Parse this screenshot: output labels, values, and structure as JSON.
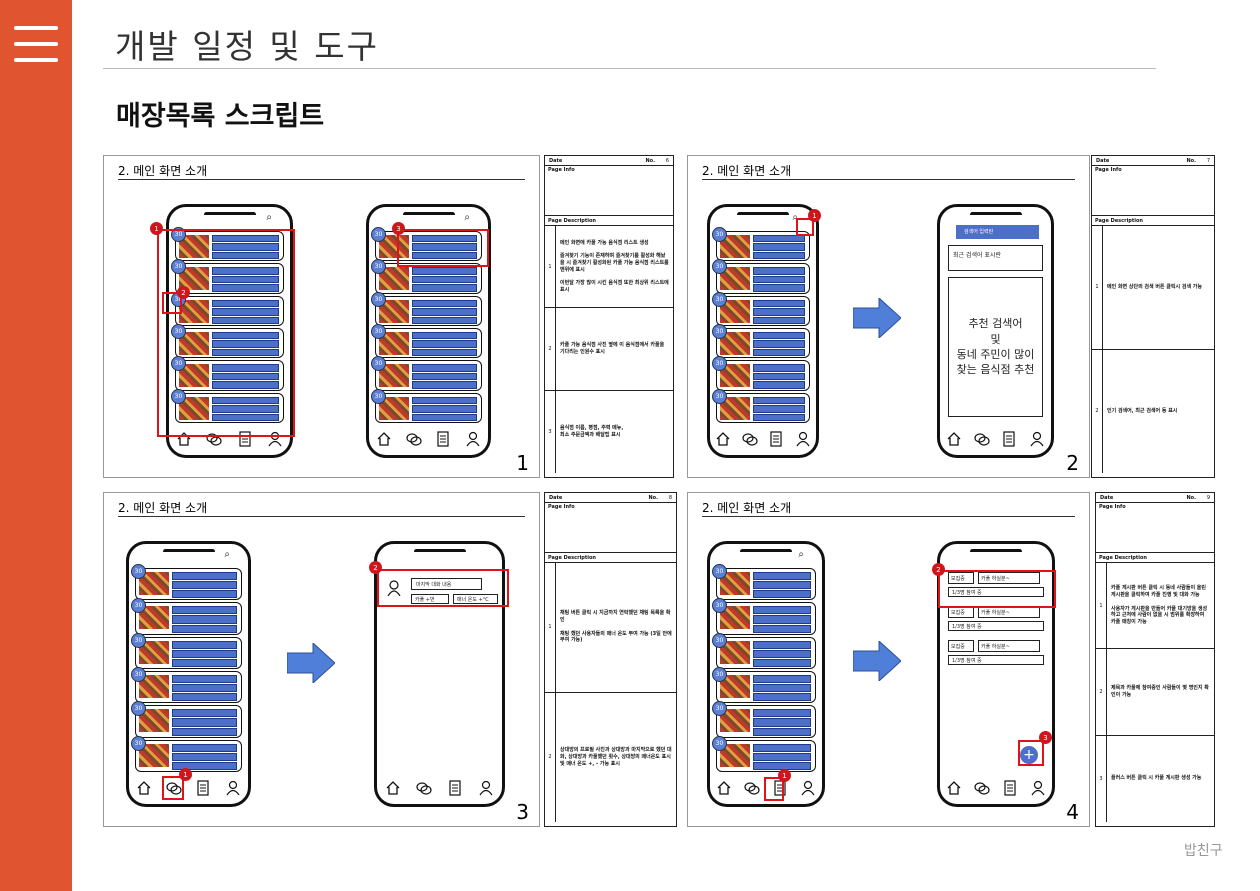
{
  "header": {
    "title": "개발 일정 및 도구",
    "section": "매장목록 스크립트",
    "brand": "밥친구"
  },
  "slides": [
    {
      "title": "2. 메인 화면 소개",
      "number": "1",
      "info": {
        "date_label": "Date",
        "no_label": "No.",
        "no_value": "6",
        "page_info": "Page Info",
        "page_desc": "Page Description"
      },
      "desc": [
        {
          "n": "1",
          "text": "메인 화면에 카풀 가능 음식점 리스트 생성\n\n즐겨찾기 기능이 존재하며 즐겨찾기를 활성화 해놨을 시 즐겨찾기 활성화된 카풀 가능 음식점 리스트를 맨위에 표시\n\n이번달 가장 많이 시킨 음식점 또한 최상위 리스트에 표시"
        },
        {
          "n": "2",
          "text": "카풀 가능 음식점 사진 옆에 이 음식점에서 카풀을 기다리는 인원수 표시"
        },
        {
          "n": "3",
          "text": "음식점 이름, 평점, 주력 메뉴,\n최소 주문금액과 배달팁 표시"
        }
      ]
    },
    {
      "title": "2. 메인 화면 소개",
      "number": "2",
      "info": {
        "date_label": "Date",
        "no_label": "No.",
        "no_value": "7",
        "page_info": "Page Info",
        "page_desc": "Page Description"
      },
      "desc": [
        {
          "n": "1",
          "text": "메인 화면 상단의 검색 버튼 클릭시 검색 가능"
        },
        {
          "n": "2",
          "text": "인기 검색어, 최근 검색어 등 표시"
        }
      ],
      "search": {
        "placeholder": "검색어 입력란",
        "recent": "최근 검색어 표시란",
        "reco": "추천 검색어\n및\n동네 주민이 많이\n찾는 음식점 추천"
      }
    },
    {
      "title": "2. 메인 화면 소개",
      "number": "3",
      "info": {
        "date_label": "Date",
        "no_label": "No.",
        "no_value": "8",
        "page_info": "Page Info",
        "page_desc": "Page Description"
      },
      "desc": [
        {
          "n": "1",
          "text": "채팅 버튼 클릭 시 지금까지 연락했던 채팅 목록을 확인\n\n채팅 했던 사용자들의 매너 온도 부여 가능 (3일 안에 부여 가능)"
        },
        {
          "n": "2",
          "text": "상대방의 프로필 사진과 상대방과 마지막으로 했던 대화, 상대방과 카풀했던 횟수, 상대방의 매너온도 표시 및 매너 온도 +, - 가능 표시"
        }
      ],
      "chat": {
        "last": "마지막 대화 내용",
        "m1": "카풀 +번",
        "m2": "매너 온도 +°C"
      }
    },
    {
      "title": "2. 메인 화면 소개",
      "number": "4",
      "info": {
        "date_label": "Date",
        "no_label": "No.",
        "no_value": "9",
        "page_info": "Page Info",
        "page_desc": "Page Description"
      },
      "desc": [
        {
          "n": "1",
          "text": "카풀 게시판 버튼 클릭 시 동네 사람들이 올린 게시판을 클릭하여 카풀 진행 및 대화 가능\n\n사용자가 게시판을 만들어 카풀 대기방을 생성하고 근처에 사람이 없을 시 범위를 확장하여 카풀 매칭이 가능"
        },
        {
          "n": "2",
          "text": "제목과 카풀에 참여중인 사람들이 몇 명인지 확인이 가능"
        },
        {
          "n": "3",
          "text": "플러스 버튼 클릭 시 카풀 게시판 생성 가능"
        }
      ],
      "board": {
        "status": "모집중",
        "title": "카풀 하실분~",
        "people": "1/3명 참여 중",
        "fab": "+"
      }
    }
  ],
  "badge_count": "30",
  "markers": {
    "m1": "1",
    "m2": "2",
    "m3": "3"
  }
}
